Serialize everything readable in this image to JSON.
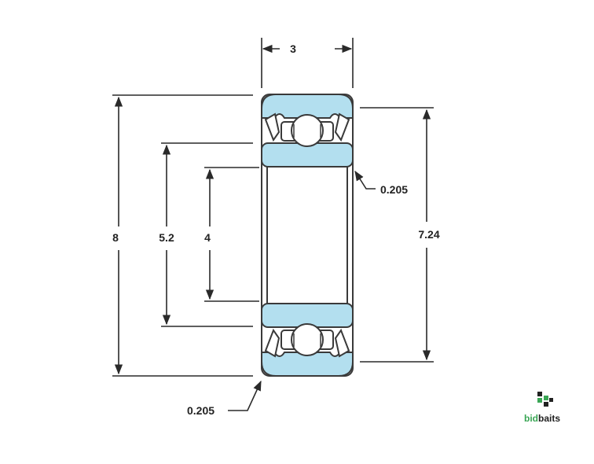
{
  "dimensions": {
    "width": "3",
    "outer_diameter": "8",
    "shoulder_diameter_inner": "5.2",
    "bore_diameter": "4",
    "shoulder_diameter_outer": "7.24",
    "chamfer_inner": "0.205",
    "chamfer_outer": "0.205"
  },
  "brand": {
    "name_part1": "bid",
    "name_part2": "baits"
  },
  "colors": {
    "ring_fill": "#b3dfef",
    "outline": "#3a3a3a",
    "ball_fill": "#ffffff",
    "brand_green": "#3aa655",
    "brand_dark": "#222222"
  }
}
